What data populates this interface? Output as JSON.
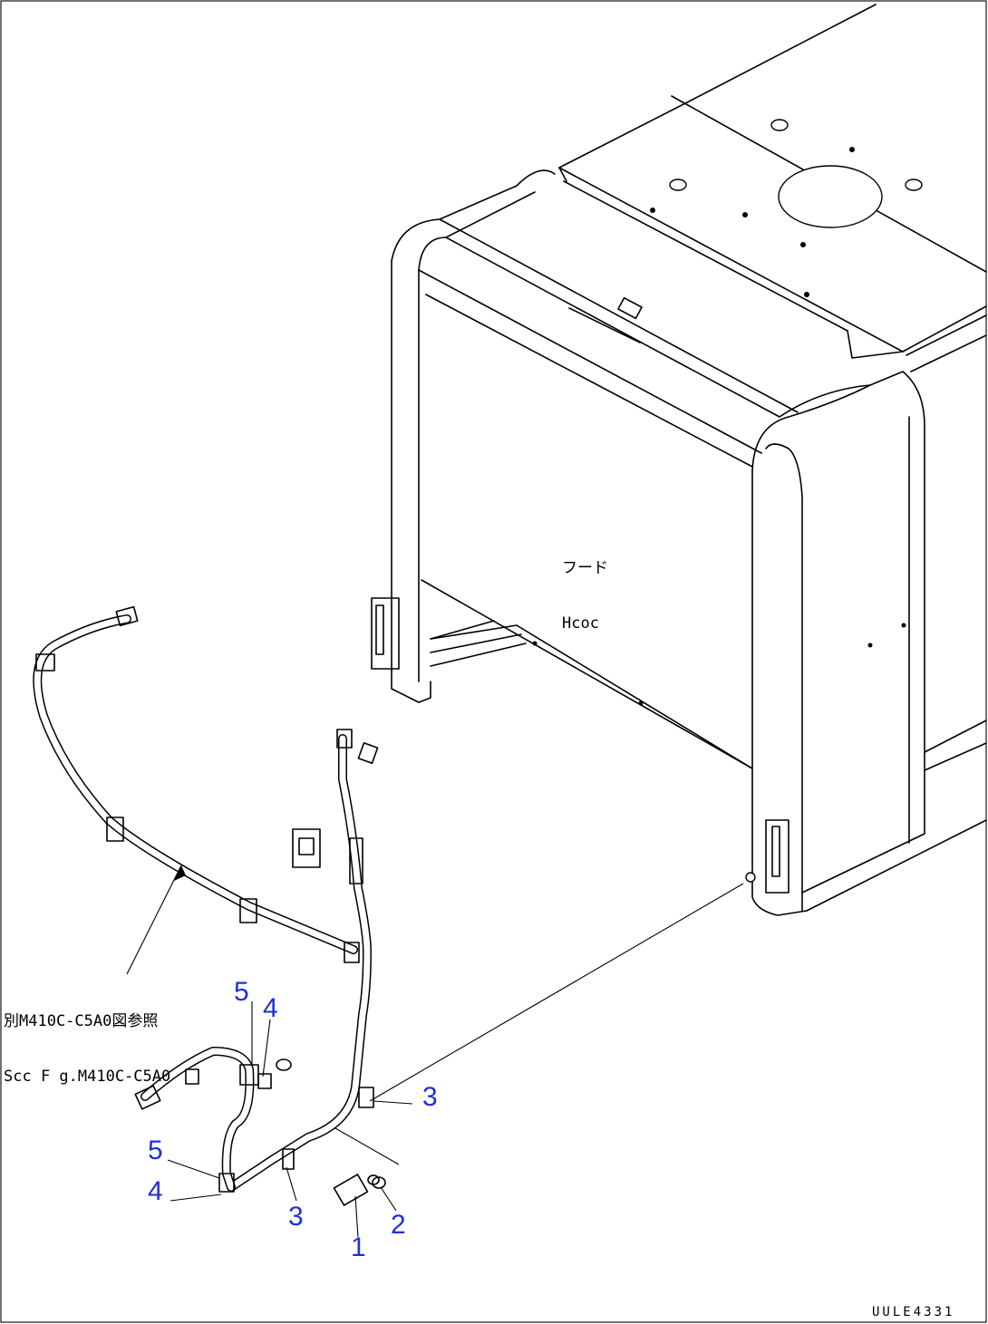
{
  "hood_label": {
    "jp": "フード",
    "en": "Hcoc"
  },
  "reference_note": {
    "jp": "別M410C-C5A0図参照",
    "en": "Scc F g.M410C-C5A0"
  },
  "callouts": [
    {
      "id": "c1",
      "text": "1"
    },
    {
      "id": "c2",
      "text": "2"
    },
    {
      "id": "c3a",
      "text": "3"
    },
    {
      "id": "c3b",
      "text": "3"
    },
    {
      "id": "c4a",
      "text": "4"
    },
    {
      "id": "c4b",
      "text": "4"
    },
    {
      "id": "c5a",
      "text": "5"
    },
    {
      "id": "c5b",
      "text": "5"
    }
  ],
  "drawing_code": "UULE4331",
  "colors": {
    "callout": "#1f2fd6",
    "line": "#000000",
    "background": "#ffffff"
  }
}
